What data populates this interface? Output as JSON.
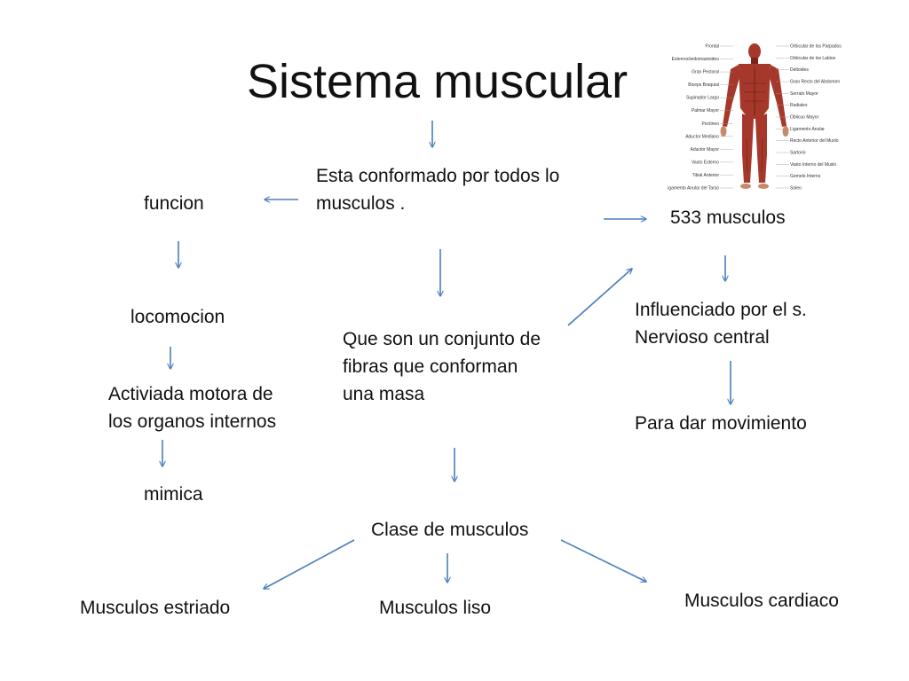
{
  "title": "Sistema muscular",
  "nodes": {
    "conformado": [
      "Esta conformado por todos lo",
      "musculos ."
    ],
    "funcion": "funcion",
    "musculos_533": "533 musculos",
    "locomocion": "locomocion",
    "conjunto": [
      "Que son un conjunto de",
      "fibras que conforman",
      "una masa"
    ],
    "influenciado": [
      "Influenciado por el s.",
      "Nervioso central"
    ],
    "actividad": [
      "Activiada motora de",
      "los organos internos"
    ],
    "movimiento": "Para dar movimiento",
    "mimica": "mimica",
    "clase": "Clase de musculos",
    "estriado": "Musculos estriado",
    "liso": "Musculos liso",
    "cardiaco": "Musculos cardiaco"
  },
  "figure": {
    "labels_left": [
      "Frontal",
      "Esternocleidomastoideo",
      "Gran Pectoral",
      "Biceps Braquial",
      "Supinador Largo",
      "Palmar Mayor",
      "Pectineo",
      "Aductor Mediano",
      "Aductor Mayor",
      "Vasto Externo",
      "Tibial Anterior",
      "Ligamento Anular del Tarso"
    ],
    "labels_right": [
      "Orbicular de los Parpados",
      "Orbicular de los Labios",
      "Deltoides",
      "Gran Recto del Abdomen",
      "Serrato Mayor",
      "Radiales",
      "Oblicuo Mayor",
      "Ligamento Anular",
      "Recto Anterior del Muslo",
      "Sartorio",
      "Vasto Interno del Muslo",
      "Gemelo Interno",
      "Soleo"
    ]
  },
  "colors": {
    "arrow": "#4a7ebb",
    "muscle": "#a5382b",
    "muscle_dark": "#7a2419"
  }
}
